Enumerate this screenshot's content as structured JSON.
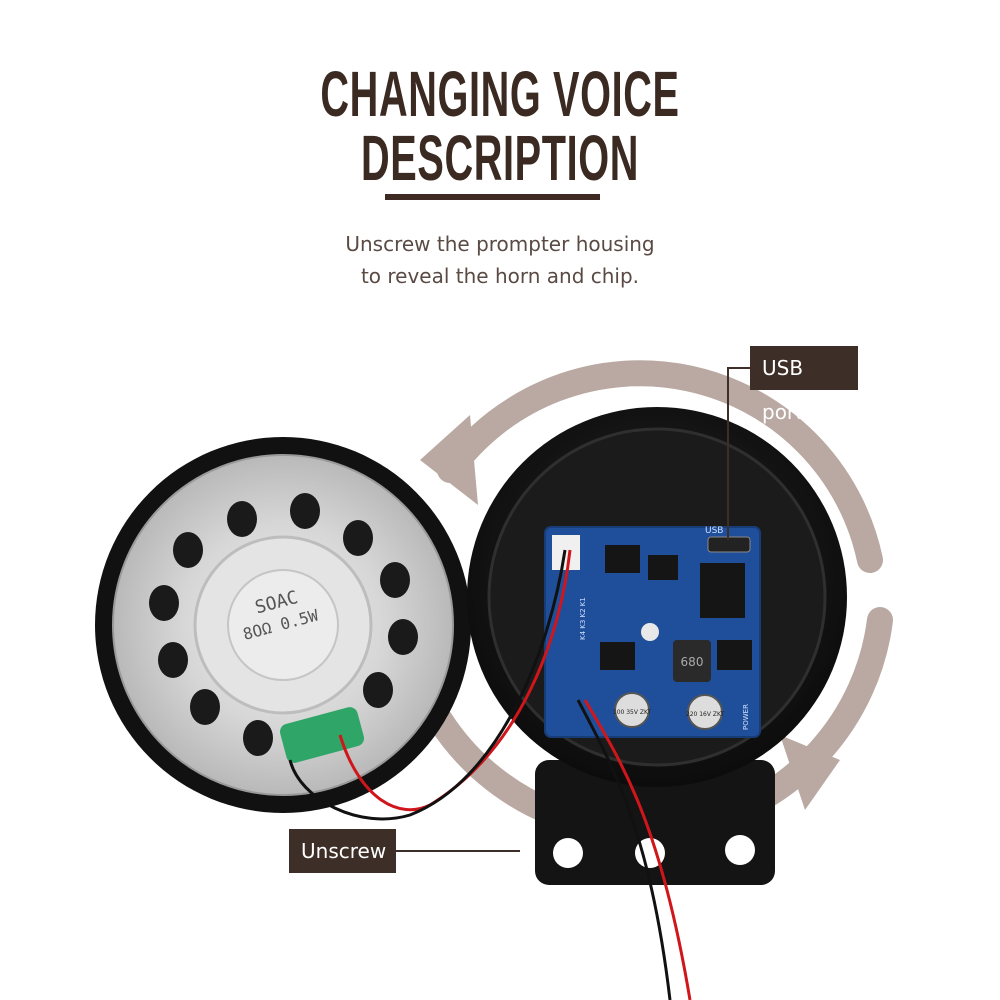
{
  "header": {
    "title": "Changing Voice Description",
    "subtitle_line1": "Unscrew the prompter housing",
    "subtitle_line2": "to reveal the horn and chip."
  },
  "callouts": {
    "usb_port": "USB port",
    "unscrew": "Unscrew"
  },
  "product_markings": {
    "speaker_label_line1": "8OΩ 0.5W",
    "speaker_label_line2": "SOAC",
    "inductor": "680",
    "cap1": "100 35V ZKT",
    "cap2": "220 16V ZKT",
    "usb_silk": "USB",
    "power_silk": "POWER",
    "pins_silk": "K4 K3 K2 K1"
  },
  "colors": {
    "title": "#3a2a22",
    "callout_bg": "#3e2e28",
    "arrow": "#b9a9a2",
    "pcb": "#1f4f9a"
  }
}
